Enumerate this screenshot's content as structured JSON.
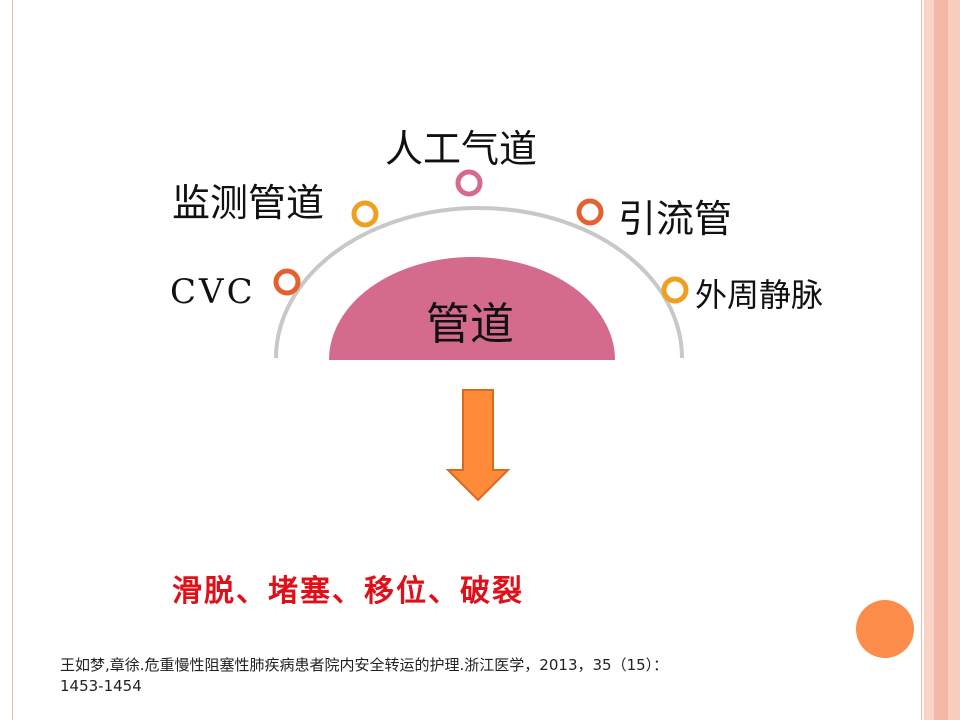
{
  "center": {
    "label": "管道"
  },
  "nodes": [
    {
      "id": "cvc",
      "label": "CVC",
      "ring_color": "#e4622f"
    },
    {
      "id": "monitoring",
      "label": "监测管道",
      "ring_color": "#f0a020"
    },
    {
      "id": "airway",
      "label": "人工气道",
      "ring_color": "#d56a8a"
    },
    {
      "id": "drainage",
      "label": "引流管",
      "ring_color": "#e4622f"
    },
    {
      "id": "peripheral",
      "label": "外周静脉",
      "ring_color": "#f0a020"
    }
  ],
  "result": {
    "text": "滑脱、堵塞、移位、破裂"
  },
  "citation": {
    "line1": "王如梦,章徐.危重慢性阻塞性肺疾病患者院内安全转运的护理.浙江医学，2013，35（15）：",
    "line2": "1453-1454"
  },
  "colors": {
    "semicircle": "#d46b8d",
    "arc": "#c8c8c8",
    "arrow": "#ff8a3a",
    "arrow_border": "#d86a1e",
    "result_text": "#e0101a",
    "accent_dot": "#fb8c4a",
    "stripes": [
      "#f9d3c6",
      "#f3b8a5",
      "#f8cdbd"
    ]
  },
  "icons": {
    "arrow": "down-arrow-icon"
  }
}
